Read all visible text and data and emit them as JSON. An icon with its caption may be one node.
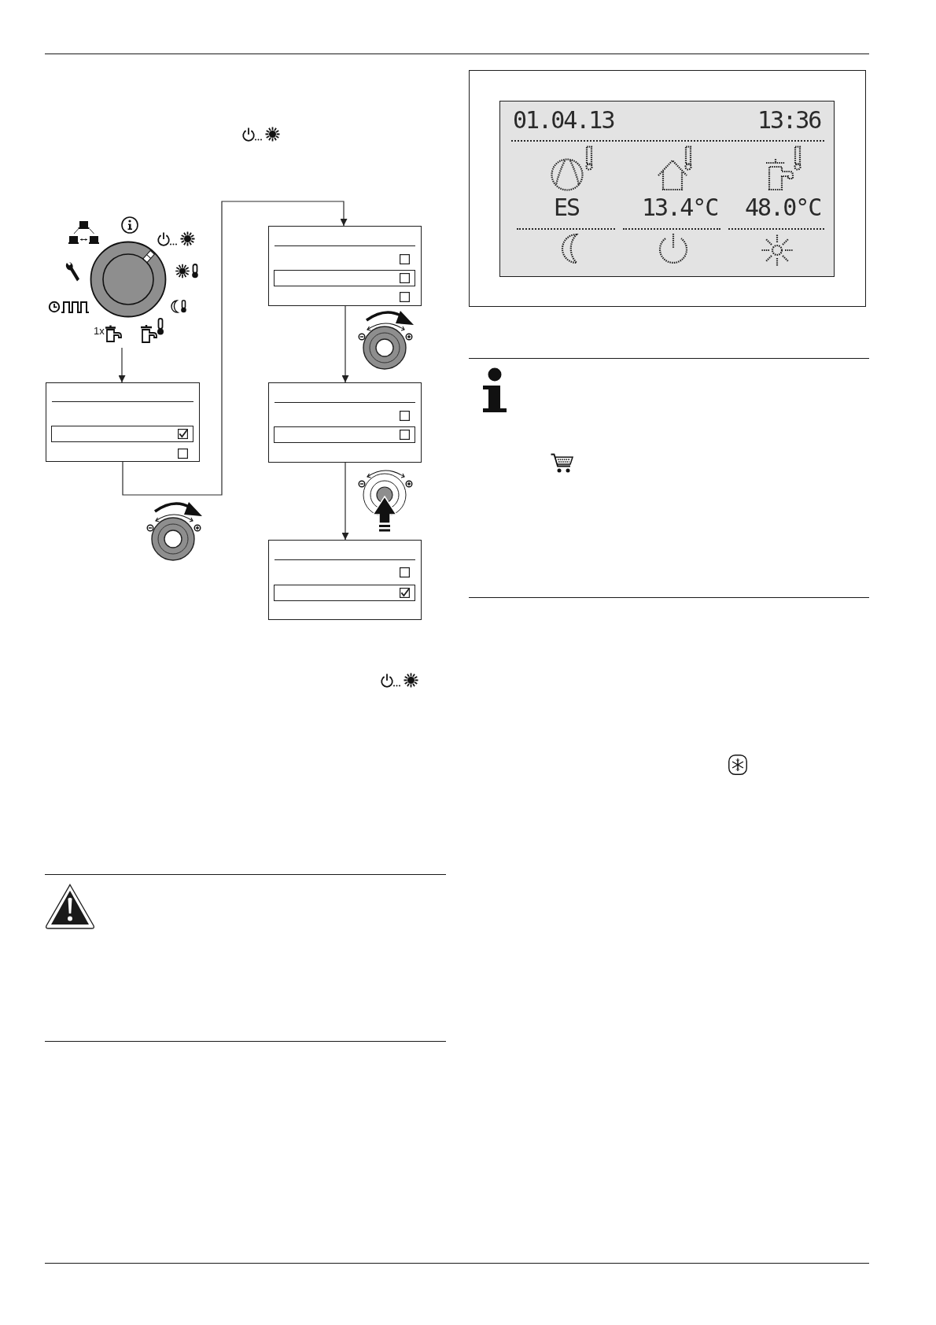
{
  "diagram": {
    "nodes": [
      {
        "text": [],
        "shape": "picture"
      },
      {
        "text": [],
        "shape": "box"
      },
      {
        "text": [],
        "shape": "box"
      },
      {
        "text": [],
        "shape": "box"
      },
      {
        "text": [],
        "shape": "box"
      },
      {
        "text": [],
        "shape": "box"
      },
      {
        "text": [
          "01.04.13",
          "13:36",
          "ES",
          "13.4°C",
          "48.0°C"
        ],
        "in": 5
      }
    ],
    "edges": [
      {
        "from": 0,
        "to": 1,
        "arrow": "to"
      },
      {
        "from": 1,
        "to": 2,
        "arrow": "to"
      },
      {
        "from": 2,
        "to": 3,
        "arrow": "to"
      },
      {
        "from": 3,
        "to": 4,
        "arrow": "to"
      }
    ],
    "labels": [
      "1x"
    ]
  }
}
